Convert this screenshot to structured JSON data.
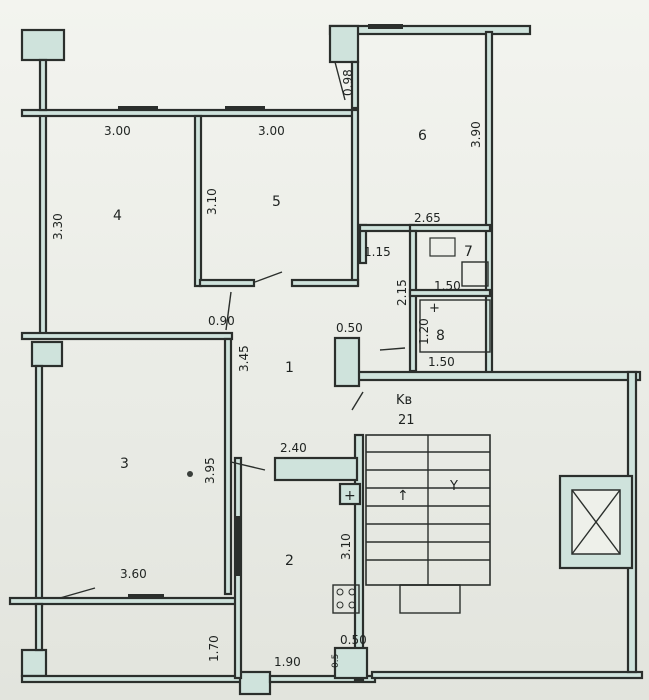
{
  "rooms": {
    "r1": "1",
    "r2": "2",
    "r3": "3",
    "r4": "4",
    "r5": "5",
    "r6": "6",
    "r7": "7",
    "r8": "8"
  },
  "apartment_label": "Kв",
  "apartment_number": "21",
  "dimensions": {
    "d_300_left": "3.00",
    "d_300_mid": "3.00",
    "d_330_left": "3.30",
    "d_310_room5": "3.10",
    "d_098": "0.98",
    "d_390": "3.90",
    "d_265": "2.65",
    "d_115": "1.15",
    "d_150_top": "1.50",
    "d_215": "2.15",
    "d_150_bottom": "1.50",
    "d_120": "1.20",
    "d_050_top": "0.50",
    "d_090": "0.90",
    "d_345": "3.45",
    "d_395": "3.95",
    "d_240": "2.40",
    "d_360": "3.60",
    "d_310_room2": "3.10",
    "d_170": "1.70",
    "d_190": "1.90",
    "d_050_bottom": "0.50",
    "d_05_small": "0.5"
  },
  "stair_symbols": {
    "up": "↑",
    "y": "Y"
  },
  "colors": {
    "wall_fill": "#cfe3dc",
    "line": "#2b2f2c"
  }
}
